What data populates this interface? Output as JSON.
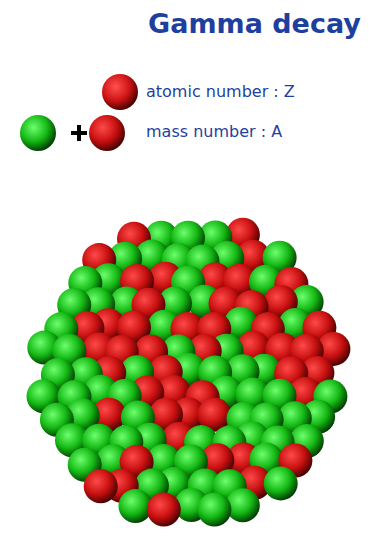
{
  "diagram": {
    "title": "Gamma decay",
    "legend": [
      {
        "text": "atomic number : Z",
        "color": "#d01414"
      },
      {
        "text": "mass number : A"
      }
    ]
  }
}
